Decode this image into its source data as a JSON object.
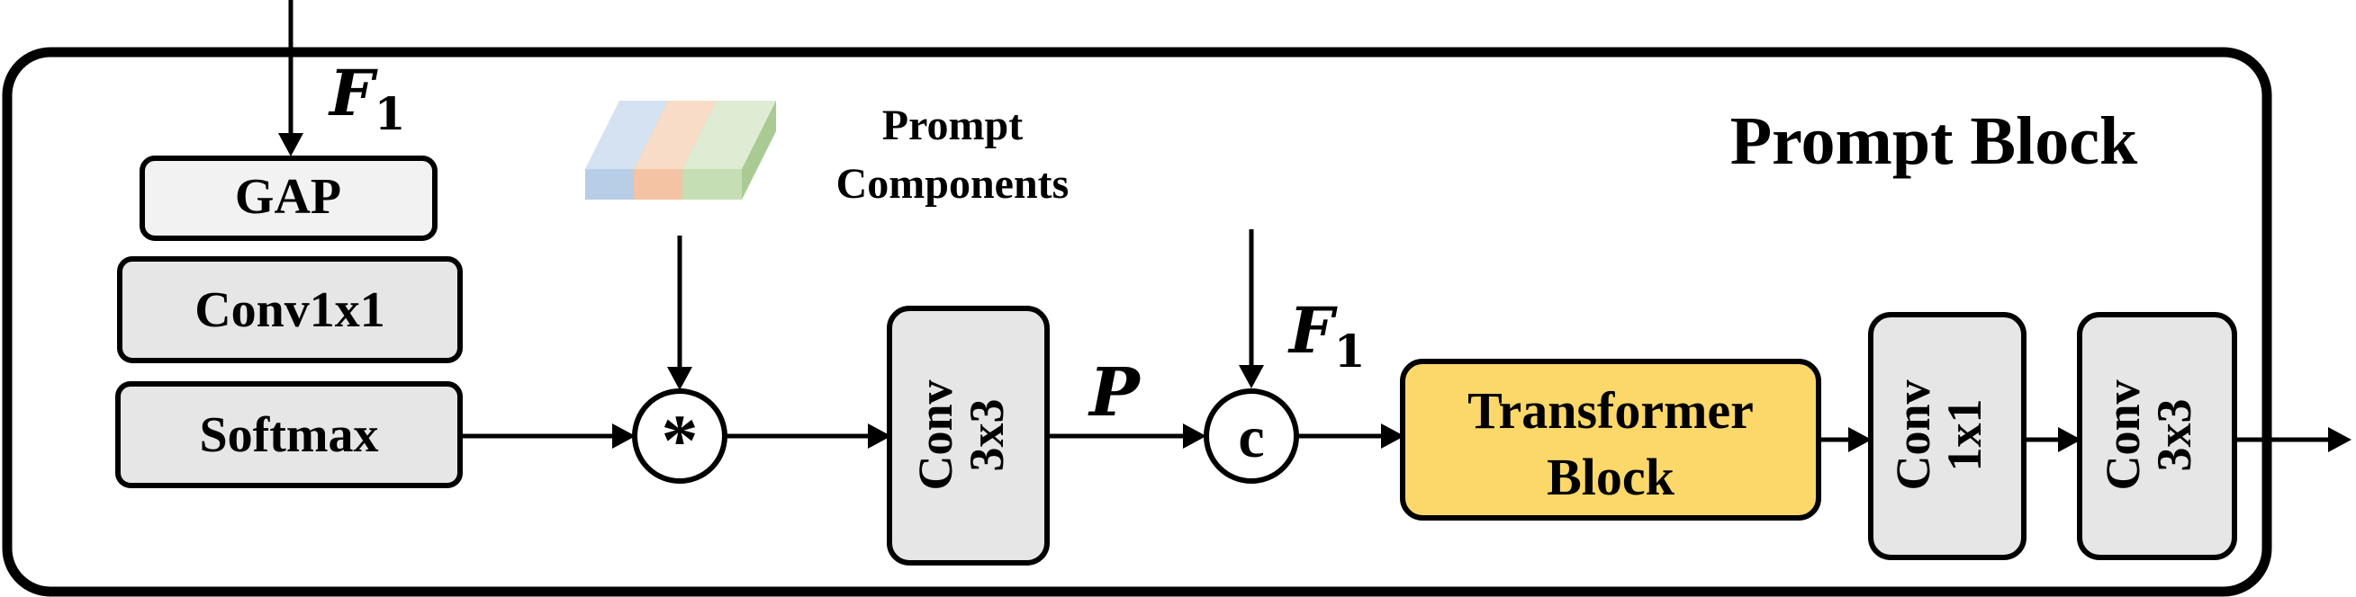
{
  "block_title": "Prompt Block",
  "input_label": "F",
  "input_subscript": "1",
  "left_stack": {
    "gap": "GAP",
    "conv1x1": "Conv1x1",
    "softmax": "Softmax"
  },
  "prompt_components": {
    "line1": "Prompt",
    "line2": "Components",
    "colors": [
      "#b8cde6",
      "#f3c3a3",
      "#c6deb4"
    ]
  },
  "multiply_symbol": "*",
  "conv3x3_a": {
    "line1": "Conv",
    "line2": "3x3"
  },
  "p_label": "P",
  "concat_symbol": "c",
  "f1_label": "F",
  "f1_subscript": "1",
  "transformer": {
    "line1": "Transformer",
    "line2": "Block",
    "color": "#fcd86a"
  },
  "conv1x1_b": {
    "line1": "Conv",
    "line2": "1x1"
  },
  "conv3x3_b": {
    "line1": "Conv",
    "line2": "3x3"
  }
}
